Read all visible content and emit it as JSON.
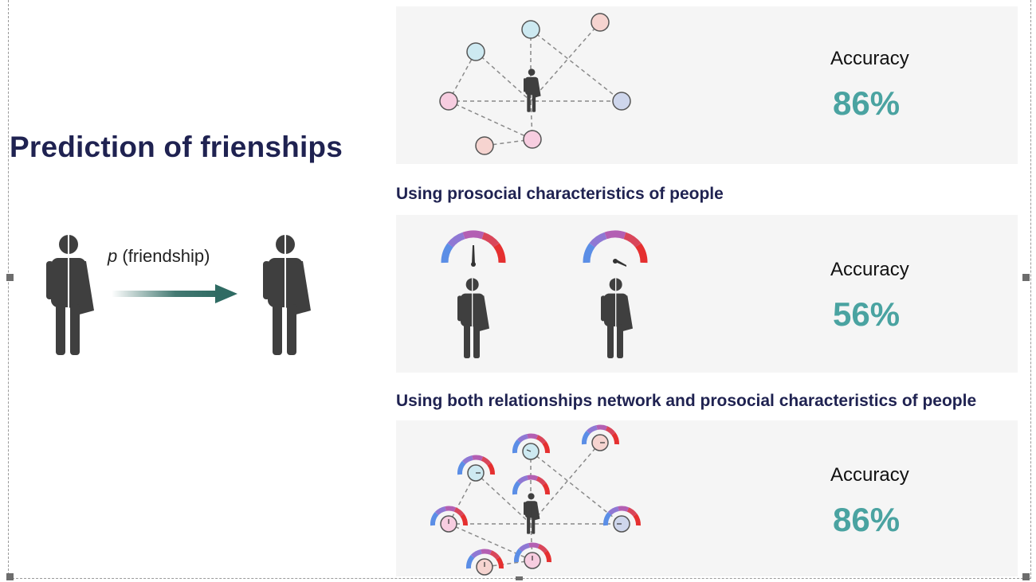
{
  "title": "Prediction of frienships",
  "friendship_label": {
    "variable": "p",
    "text": "(friendship)"
  },
  "sections": [
    {
      "label": "",
      "accuracy_label": "Accuracy",
      "accuracy_value": "86%"
    },
    {
      "label": "Using prosocial characteristics of people",
      "accuracy_label": "Accuracy",
      "accuracy_value": "56%"
    },
    {
      "label": "Using both relationships network and prosocial characteristics of people",
      "accuracy_label": "Accuracy",
      "accuracy_value": "86%"
    }
  ],
  "colors": {
    "title": "#1f2251",
    "accuracy": "#4aa3a1",
    "arrow": "#2f6b63",
    "person": "#3f3f3f",
    "gauge": [
      "#5b8ee6",
      "#8f78d4",
      "#b35fb3",
      "#d9465a",
      "#e53030"
    ],
    "nodes": [
      "#cde9f1",
      "#f7cde0",
      "#f6d4d0",
      "#ced6ec"
    ]
  }
}
